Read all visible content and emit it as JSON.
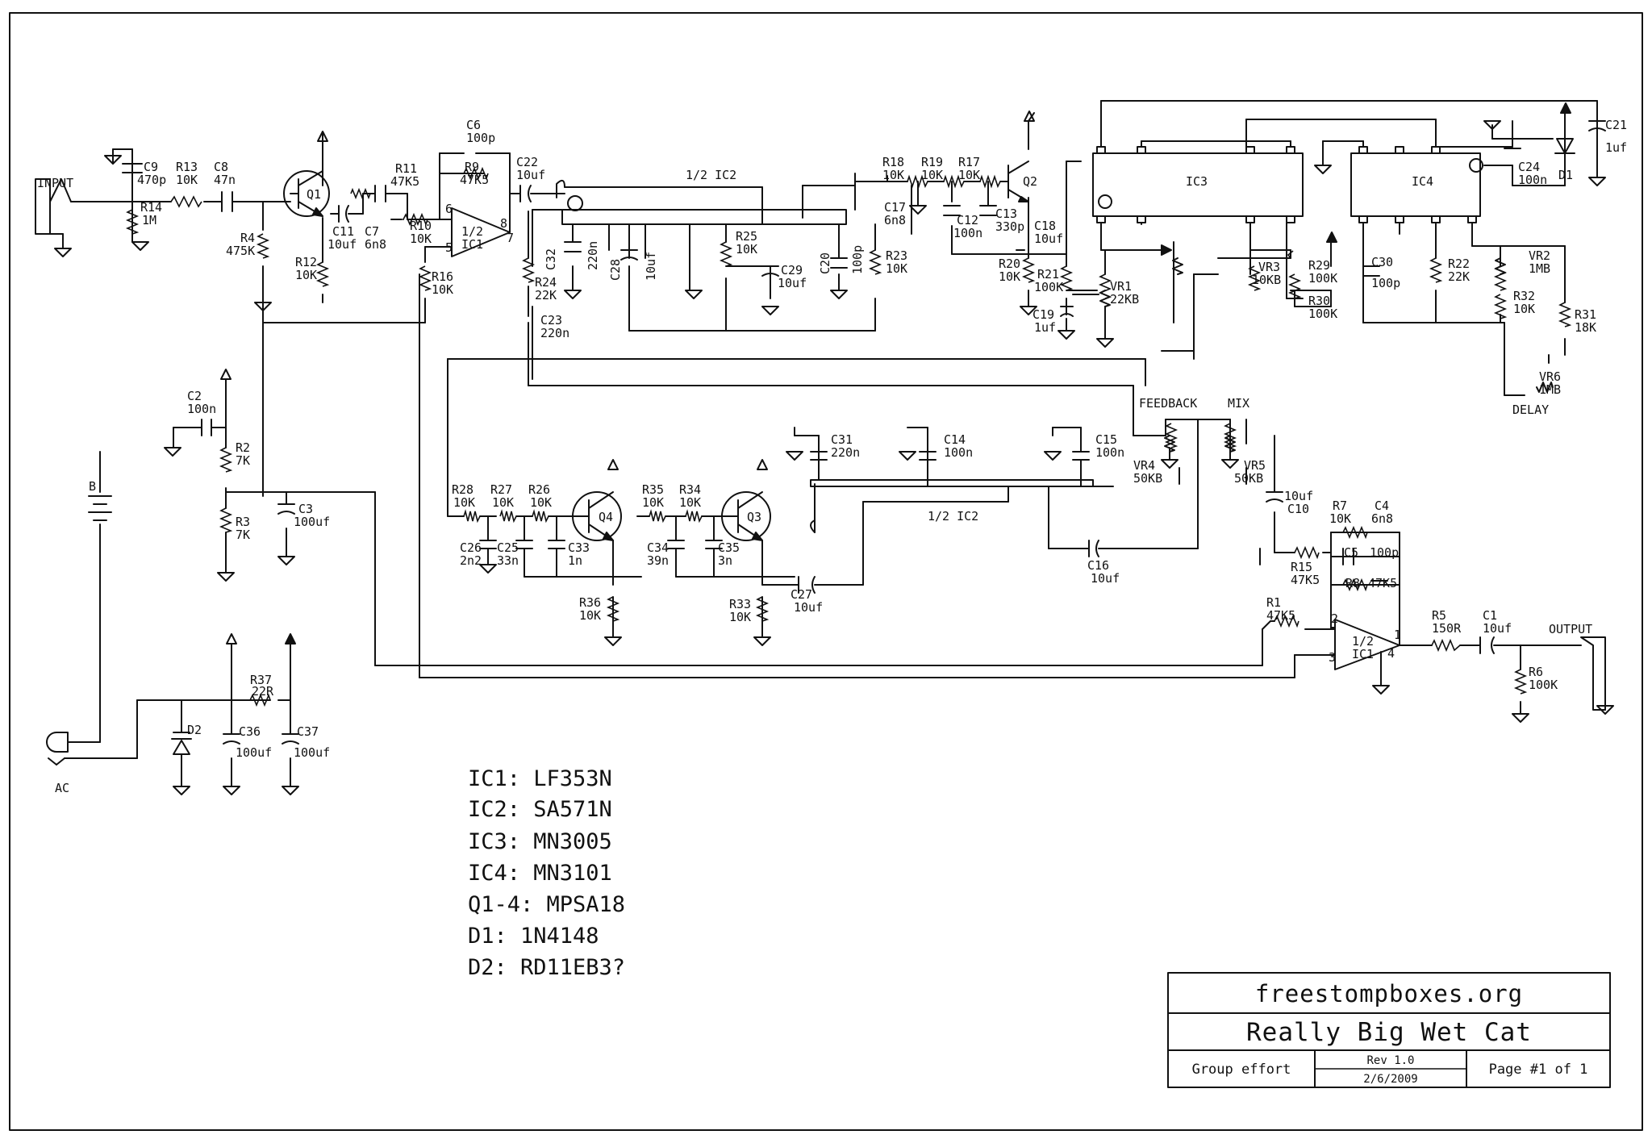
{
  "labels": {
    "input": "INPUT",
    "output": "OUTPUT",
    "ac": "AC",
    "battery": "B",
    "ic2_half_top": "1/2 IC2",
    "ic2_half_bottom": "1/2 IC2",
    "ic3": "IC3",
    "ic4": "IC4",
    "feedback": "FEEDBACK",
    "mix": "MIX",
    "delay": "DELAY",
    "opamp1_top_a": "1/2",
    "opamp1_top_b": "IC1",
    "opamp1_bot_a": "1/2",
    "opamp1_bot_b": "IC1",
    "pin6": "6",
    "pin5": "5",
    "pin8": "8",
    "pin7": "7",
    "pin2": "2",
    "pin3": "3",
    "pin1": "1",
    "pin4": "4"
  },
  "components": {
    "C9": [
      "C9",
      "470p"
    ],
    "R13": [
      "R13",
      "10K"
    ],
    "C8": [
      "C8",
      "47n"
    ],
    "R14": [
      "R14",
      "1M"
    ],
    "Q1": "Q1",
    "R4": [
      "R4",
      "475K"
    ],
    "R12": [
      "R12",
      "10K"
    ],
    "C11": [
      "C11",
      "10uf"
    ],
    "C7": [
      "C7",
      "6n8"
    ],
    "R11": [
      "R11",
      "47K5"
    ],
    "R10": [
      "R10",
      "10K"
    ],
    "R9": [
      "R9",
      "47K5"
    ],
    "C6": [
      "C6",
      "100p"
    ],
    "R16": [
      "R16",
      "10K"
    ],
    "C22": [
      "C22",
      "10uf"
    ],
    "R24": [
      "R24",
      "22K"
    ],
    "C23": [
      "C23",
      "220n"
    ],
    "C32": [
      "C32",
      "220n"
    ],
    "C28": [
      "C28",
      "10uf"
    ],
    "R25": [
      "R25",
      "10K"
    ],
    "C29": [
      "C29",
      "10uf"
    ],
    "C20": [
      "C20",
      "100p"
    ],
    "R23": [
      "R23",
      "10K"
    ],
    "R18": [
      "R18",
      "10K"
    ],
    "R19": [
      "R19",
      "10K"
    ],
    "R17": [
      "R17",
      "10K"
    ],
    "C17": [
      "C17",
      "6n8"
    ],
    "C12": [
      "C12",
      "100n"
    ],
    "C13": [
      "C13",
      "330p"
    ],
    "Q2": "Q2",
    "C18": [
      "C18",
      "10uf"
    ],
    "R20": [
      "R20",
      "10K"
    ],
    "R21": [
      "R21",
      "100K"
    ],
    "C19": [
      "C19",
      "1uf"
    ],
    "VR1": [
      "VR1",
      "22KB"
    ],
    "VR3": [
      "VR3",
      "10KB"
    ],
    "R29": [
      "R29",
      "100K"
    ],
    "R30": [
      "R30",
      "100K"
    ],
    "C30": [
      "C30",
      "100p"
    ],
    "R22": [
      "R22",
      "22K"
    ],
    "VR2": [
      "VR2",
      "1MB"
    ],
    "R32": [
      "R32",
      "10K"
    ],
    "R31": [
      "R31",
      "18K"
    ],
    "VR6": [
      "VR6",
      "1MB"
    ],
    "C24": [
      "C24",
      "100n"
    ],
    "D1": "D1",
    "C21": [
      "C21",
      "1uf"
    ],
    "C2": [
      "C2",
      "100n"
    ],
    "R2": [
      "R2",
      "7K"
    ],
    "R3": [
      "R3",
      "7K"
    ],
    "C3": [
      "C3",
      "100uf"
    ],
    "R28": [
      "R28",
      "10K"
    ],
    "R27": [
      "R27",
      "10K"
    ],
    "R26": [
      "R26",
      "10K"
    ],
    "Q4": "Q4",
    "C26": [
      "C26",
      "2n2"
    ],
    "C25": [
      "C25",
      "33n"
    ],
    "C33": [
      "C33",
      "1n"
    ],
    "R36": [
      "R36",
      "10K"
    ],
    "R35": [
      "R35",
      "10K"
    ],
    "R34": [
      "R34",
      "10K"
    ],
    "Q3": "Q3",
    "C34": [
      "C34",
      "39n"
    ],
    "C35": [
      "C35",
      "3n"
    ],
    "R33": [
      "R33",
      "10K"
    ],
    "C27": [
      "C27",
      "10uf"
    ],
    "C31": [
      "C31",
      "220n"
    ],
    "C14": [
      "C14",
      "100n"
    ],
    "C15": [
      "C15",
      "100n"
    ],
    "C16": [
      "C16",
      "10uf"
    ],
    "VR4": [
      "VR4",
      "50KB"
    ],
    "VR5": [
      "VR5",
      "50KB"
    ],
    "C10": [
      "C10",
      "10uf"
    ],
    "R7": [
      "R7",
      "10K"
    ],
    "C4": [
      "C4",
      "6n8"
    ],
    "C5": [
      "C5",
      "100p"
    ],
    "R15": [
      "R15",
      "47K5"
    ],
    "R8": [
      "R8",
      "47K5"
    ],
    "R1": [
      "R1",
      "47K5"
    ],
    "R5": [
      "R5",
      "150R"
    ],
    "C1": [
      "C1",
      "10uf"
    ],
    "R6": [
      "R6",
      "100K"
    ],
    "R37": [
      "R37",
      "22R"
    ],
    "D2": "D2",
    "C36": [
      "C36",
      "100uf"
    ],
    "C37": [
      "C37",
      "100uf"
    ]
  },
  "parts_list": [
    "IC1: LF353N",
    "IC2: SA571N",
    "IC3: MN3005",
    "IC4: MN3101",
    "Q1-4: MPSA18",
    "D1: 1N4148",
    "D2: RD11EB3?"
  ],
  "title_block": {
    "site": "freestompboxes.org",
    "title": "Really Big Wet Cat",
    "author": "Group effort",
    "rev": "Rev 1.0",
    "date": "2/6/2009",
    "page": "Page #1 of 1"
  }
}
